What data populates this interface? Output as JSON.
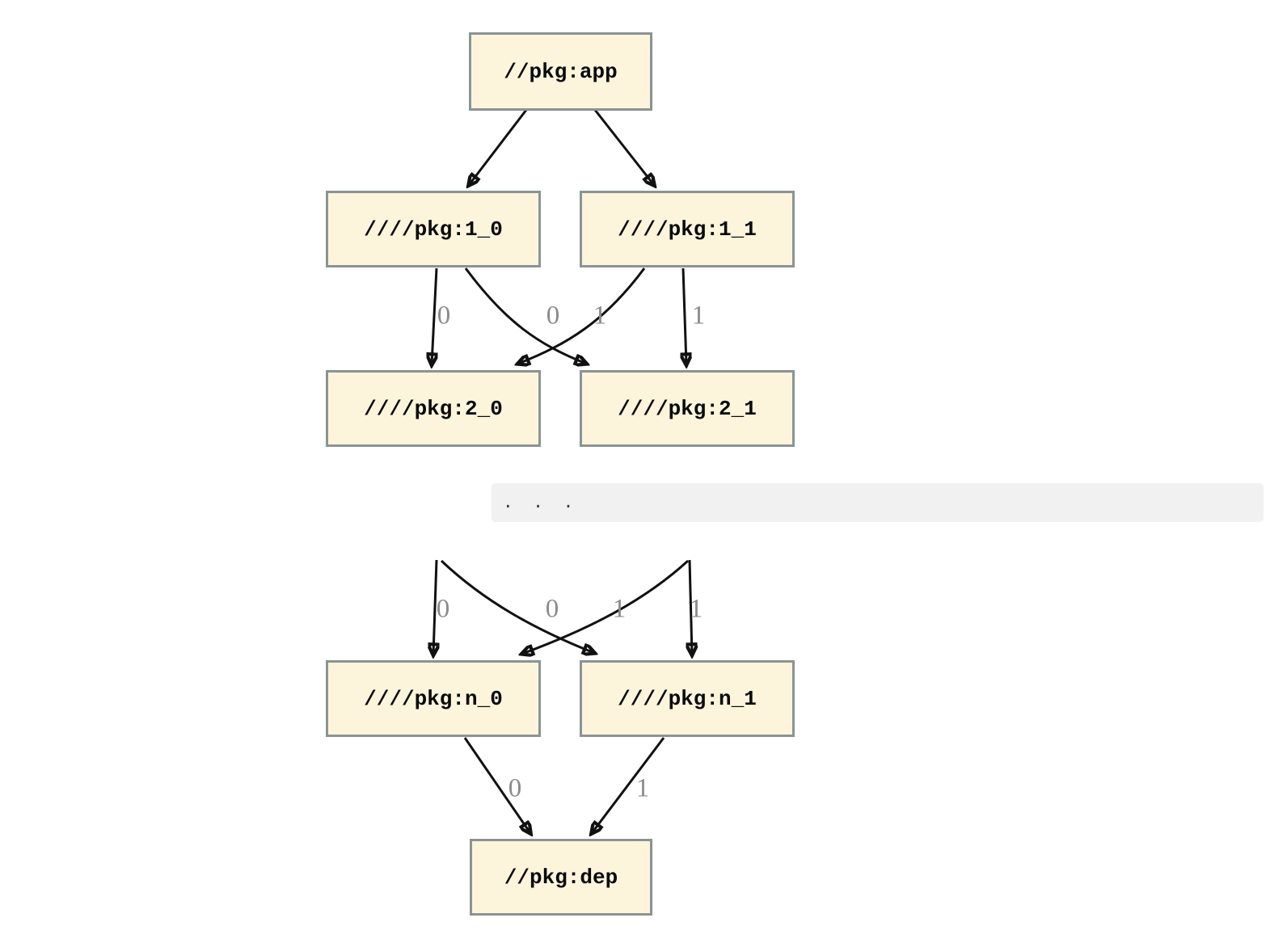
{
  "diagram": {
    "type": "dependency-graph",
    "nodes": {
      "app": {
        "label": "//pkg:app"
      },
      "v1_0": {
        "label": "////pkg:1_0"
      },
      "v1_1": {
        "label": "////pkg:1_1"
      },
      "v2_0": {
        "label": "////pkg:2_0"
      },
      "v2_1": {
        "label": "////pkg:2_1"
      },
      "vn_0": {
        "label": "////pkg:n_0"
      },
      "vn_1": {
        "label": "////pkg:n_1"
      },
      "dep": {
        "label": "//pkg:dep"
      }
    },
    "edges": [
      {
        "from": "//pkg:app",
        "to": "////pkg:1_0",
        "label": ""
      },
      {
        "from": "//pkg:app",
        "to": "////pkg:1_1",
        "label": ""
      },
      {
        "from": "////pkg:1_0",
        "to": "////pkg:2_0",
        "label": "0"
      },
      {
        "from": "////pkg:1_1",
        "to": "////pkg:2_0",
        "label": "0"
      },
      {
        "from": "////pkg:1_0",
        "to": "////pkg:2_1",
        "label": "1"
      },
      {
        "from": "////pkg:1_1",
        "to": "////pkg:2_1",
        "label": "1"
      },
      {
        "from": "…",
        "to": "////pkg:n_0",
        "label": "0"
      },
      {
        "from": "…",
        "to": "////pkg:n_0",
        "label": "0"
      },
      {
        "from": "…",
        "to": "////pkg:n_1",
        "label": "1"
      },
      {
        "from": "…",
        "to": "////pkg:n_1",
        "label": "1"
      },
      {
        "from": "////pkg:n_0",
        "to": "//pkg:dep",
        "label": "0"
      },
      {
        "from": "////pkg:n_1",
        "to": "//pkg:dep",
        "label": "1"
      }
    ],
    "edge_labels": {
      "b1": "0",
      "b2": "1",
      "b3": "0",
      "b4": "1",
      "c1": "0",
      "c2": "1",
      "c3": "0",
      "c4": "1",
      "d1": "0",
      "d2": "1"
    },
    "ellipsis": ". . .",
    "colors": {
      "node_fill": "#fcf5dc",
      "node_border": "#8b9394",
      "edge": "#111111",
      "edge_label": "#8b8b8b",
      "code_background": "#f1f1f1",
      "page_background": "#ffffff"
    }
  }
}
